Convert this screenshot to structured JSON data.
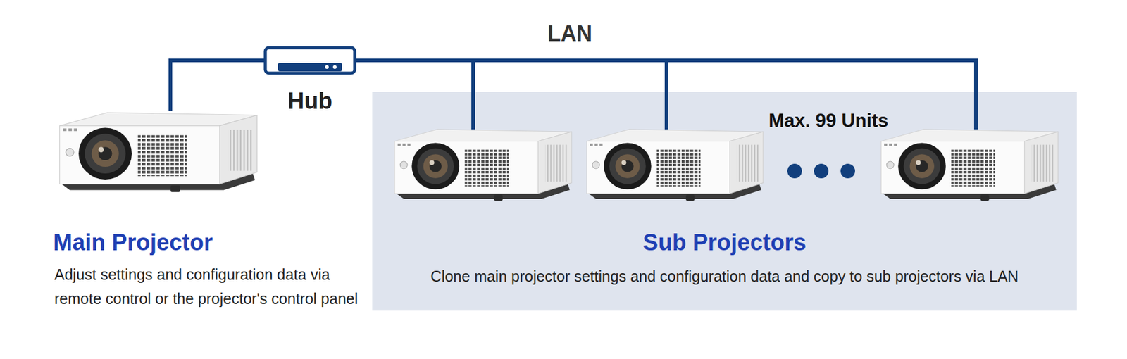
{
  "diagram": {
    "nodes": [
      {
        "text": [
          "Main Projector",
          "Adjust settings and configuration data via remote control or the projector's control panel"
        ]
      },
      {
        "text": [
          "Hub"
        ]
      },
      {
        "text": [
          "Sub Projectors",
          "Clone main projector settings and configuration data and copy to sub projectors via LAN"
        ]
      }
    ],
    "edges": [
      {
        "from": 0,
        "to": 1,
        "arrow": "none"
      },
      {
        "from": 1,
        "to": 2,
        "label": "LAN",
        "arrow": "none"
      }
    ],
    "labels": [
      "Max. 99 Units"
    ]
  }
}
